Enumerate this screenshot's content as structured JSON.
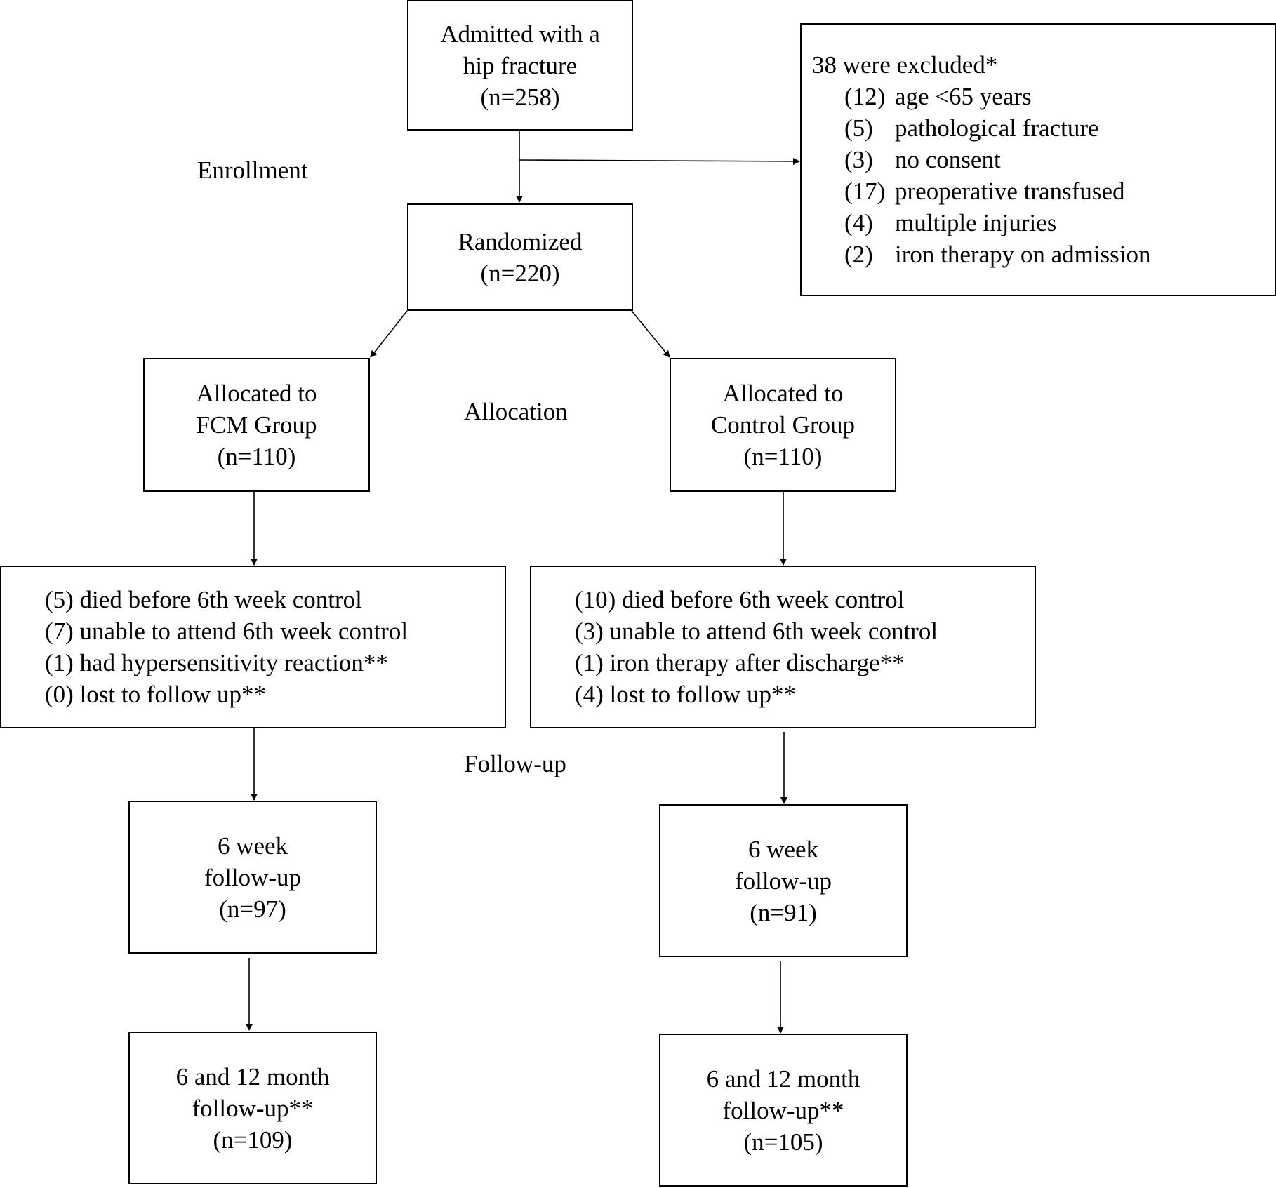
{
  "phases": {
    "enrollment": "Enrollment",
    "allocation": "Allocation",
    "followup": "Follow-up"
  },
  "admitted": {
    "lines": [
      "Admitted with a",
      "hip fracture",
      "(n=258)"
    ]
  },
  "excluded": {
    "heading": "38 were excluded*",
    "items": [
      {
        "count": "(12)",
        "reason": "age <65 years"
      },
      {
        "count": "(5)",
        "reason": "pathological fracture"
      },
      {
        "count": "(3)",
        "reason": "no consent"
      },
      {
        "count": "(17)",
        "reason": "preoperative transfused"
      },
      {
        "count": "(4)",
        "reason": "multiple injuries"
      },
      {
        "count": "(2)",
        "reason": "iron therapy on admission"
      }
    ]
  },
  "randomized": {
    "lines": [
      "Randomized",
      "(n=220)"
    ]
  },
  "fcm": {
    "allocated": [
      "Allocated to",
      "FCM Group",
      "(n=110)"
    ],
    "losses": [
      "(5) died before 6th week control",
      "(7) unable to attend 6th week control",
      "(1) had hypersensitivity reaction**",
      "(0) lost to follow up**"
    ],
    "week6": [
      "6 week",
      "follow-up",
      "(n=97)"
    ],
    "month": [
      "6 and 12 month",
      "follow-up**",
      "(n=109)"
    ]
  },
  "control": {
    "allocated": [
      "Allocated to",
      "Control Group",
      "(n=110)"
    ],
    "losses": [
      "(10) died before 6th week control",
      "(3) unable to attend 6th week control",
      "(1) iron therapy after discharge**",
      "(4) lost to follow up**"
    ],
    "week6": [
      "6 week",
      "follow-up",
      "(n=91)"
    ],
    "month": [
      "6 and 12 month",
      "follow-up**",
      "(n=105)"
    ]
  }
}
